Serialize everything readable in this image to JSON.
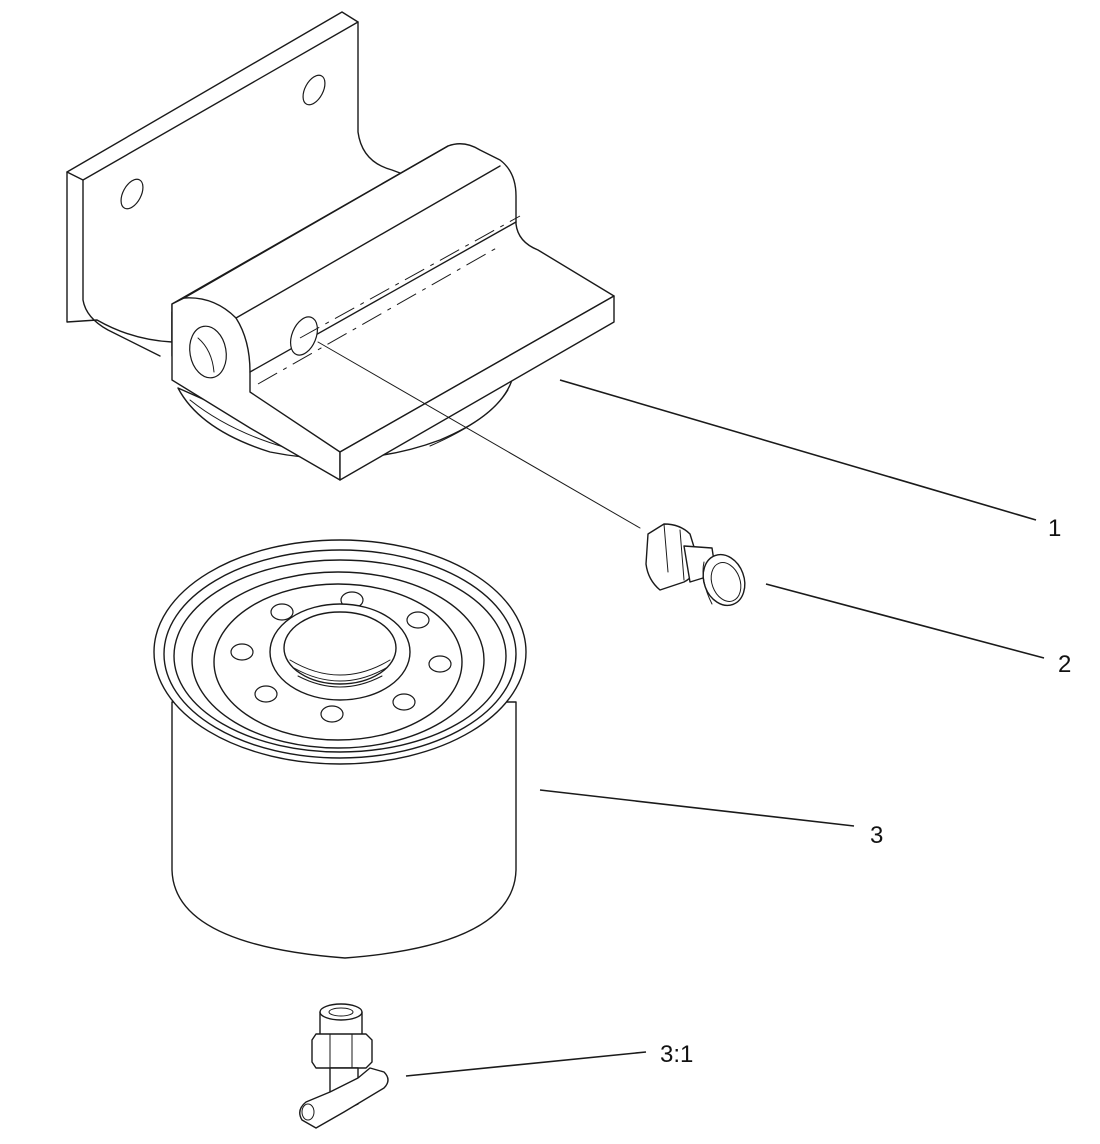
{
  "callouts": [
    {
      "id": "1",
      "label": "1"
    },
    {
      "id": "2",
      "label": "2"
    },
    {
      "id": "3",
      "label": "3"
    },
    {
      "id": "3-1",
      "label": "3:1"
    }
  ],
  "colors": {
    "line": "#1a1a1a",
    "background": "#ffffff"
  }
}
